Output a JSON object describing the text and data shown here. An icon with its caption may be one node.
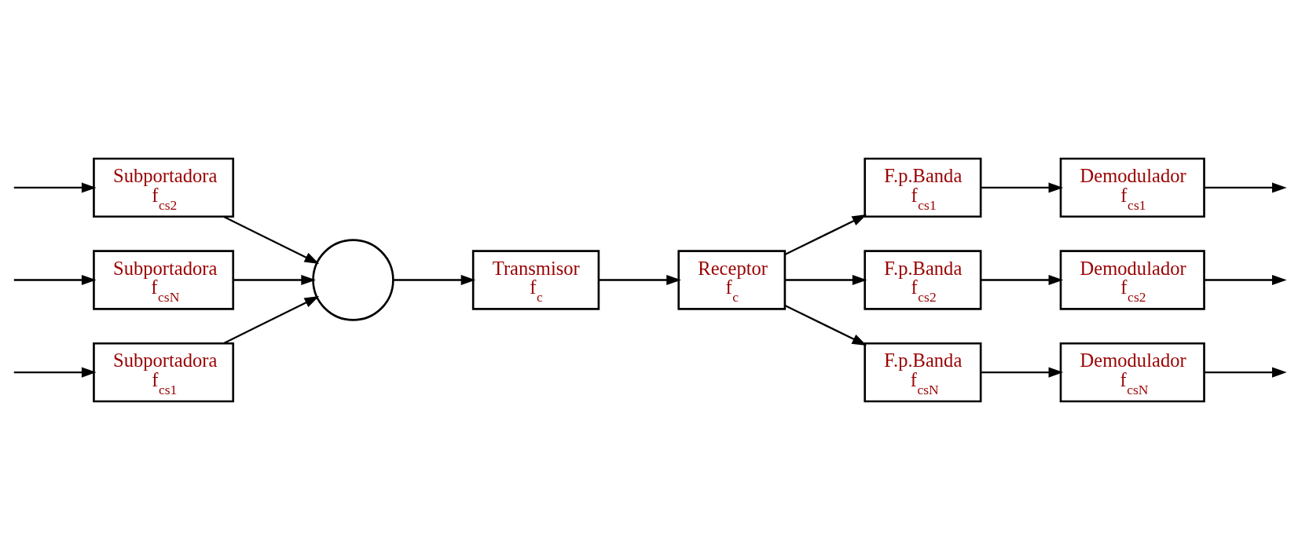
{
  "diagram": {
    "nodes": [
      {
        "text": [
          "Subportadora",
          "f$_{cs1}$"
        ]
      },
      {
        "text": [
          "Subportadora",
          "f$_{cs2}$"
        ]
      },
      {
        "text": [
          "Subportadora",
          "f$_{csN}$"
        ]
      },
      {
        "text": [],
        "shape": "circle"
      },
      {
        "text": [
          "Transmisor",
          "f$_{c}$"
        ]
      },
      {
        "text": [
          "Receptor",
          "f$_{c}$"
        ]
      },
      {
        "text": [
          "F.p.Banda",
          "f$_{cs1}$"
        ]
      },
      {
        "text": [
          "F.p.Banda",
          "f$_{cs2}$"
        ]
      },
      {
        "text": [
          "F.p.Banda",
          "f$_{csN}$"
        ]
      },
      {
        "text": [
          "Demodulador",
          "f$_{cs1}$"
        ]
      },
      {
        "text": [
          "Demodulador",
          "f$_{cs2}$"
        ]
      },
      {
        "text": [
          "Demodulador",
          "f$_{csN}$"
        ]
      }
    ],
    "edges": [
      {
        "from": null,
        "to": 0,
        "arrow": "to"
      },
      {
        "from": null,
        "to": 1,
        "arrow": "to"
      },
      {
        "from": null,
        "to": 2,
        "arrow": "to"
      },
      {
        "from": 0,
        "to": 3,
        "arrow": "to"
      },
      {
        "from": 1,
        "to": 3,
        "arrow": "to"
      },
      {
        "from": 2,
        "to": 3,
        "arrow": "to"
      },
      {
        "from": 3,
        "to": 4,
        "arrow": "to"
      },
      {
        "from": 4,
        "to": 5,
        "arrow": "to"
      },
      {
        "from": 5,
        "to": 6,
        "arrow": "to"
      },
      {
        "from": 5,
        "to": 7,
        "arrow": "to"
      },
      {
        "from": 5,
        "to": 8,
        "arrow": "to"
      },
      {
        "from": 6,
        "to": 9,
        "arrow": "to"
      },
      {
        "from": 7,
        "to": 10,
        "arrow": "to"
      },
      {
        "from": 8,
        "to": 11,
        "arrow": "to"
      },
      {
        "from": 9,
        "to": null,
        "arrow": "to"
      },
      {
        "from": 10,
        "to": null,
        "arrow": "to"
      },
      {
        "from": 11,
        "to": null,
        "arrow": "to"
      }
    ]
  }
}
